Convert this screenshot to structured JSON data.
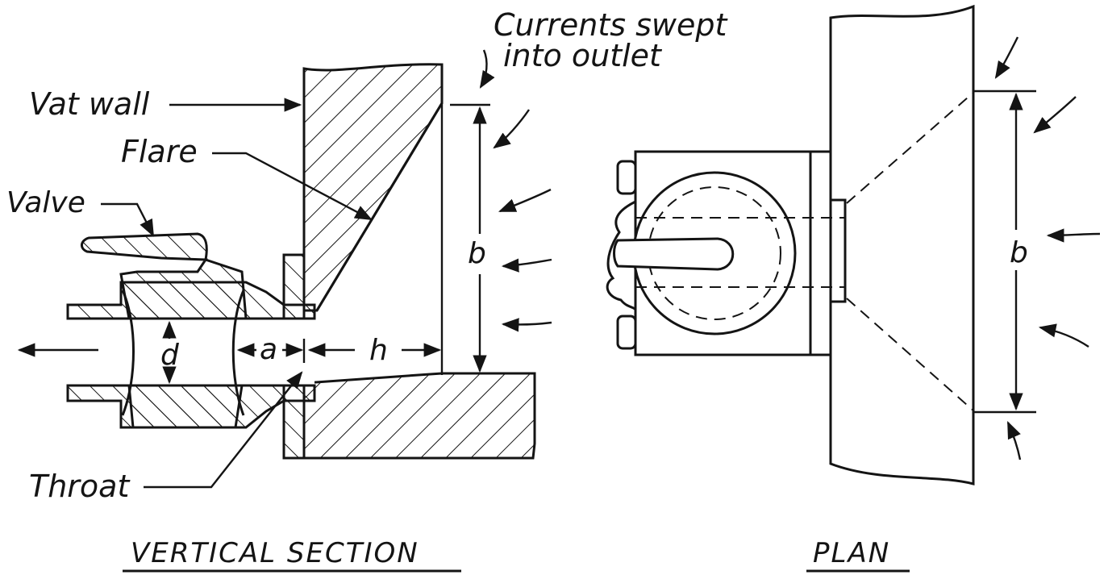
{
  "labels": {
    "currents_line1": "Currents swept",
    "currents_line2": "into outlet",
    "vat_wall": "Vat wall",
    "flare": "Flare",
    "valve": "Valve",
    "throat": "Throat"
  },
  "dimensions": {
    "b_section": "b",
    "d": "d",
    "a": "a",
    "h": "h",
    "b_plan": "b"
  },
  "captions": {
    "section": "VERTICAL SECTION",
    "plan": "PLAN"
  },
  "colors": {
    "ink": "#141414",
    "paper": "#ffffff"
  }
}
